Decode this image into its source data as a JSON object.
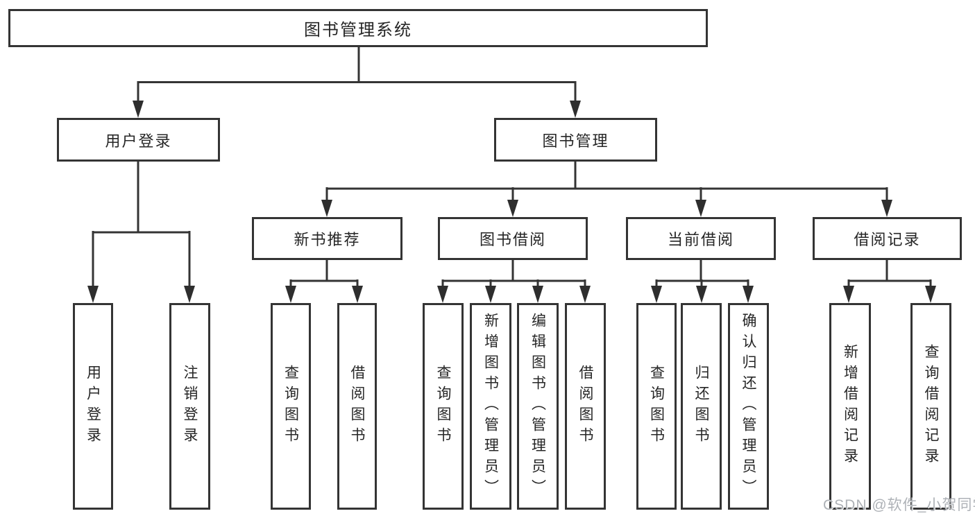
{
  "root": {
    "label": "图书管理系统"
  },
  "branches": [
    {
      "label": "用户登录",
      "children": [
        "用户登录",
        "注销登录"
      ]
    },
    {
      "label": "图书管理",
      "modules": [
        {
          "label": "新书推荐",
          "children": [
            "查询图书",
            "借阅图书"
          ]
        },
        {
          "label": "图书借阅",
          "children": [
            "查询图书",
            "新增图书（管理员）",
            "编辑图书（管理员）",
            "借阅图书"
          ]
        },
        {
          "label": "当前借阅",
          "children": [
            "查询图书",
            "归还图书",
            "确认归还（管理员）"
          ]
        },
        {
          "label": "借阅记录",
          "children": [
            "新增借阅记录",
            "查询借阅记录"
          ]
        }
      ]
    }
  ],
  "watermark": {
    "text": "CSDN @软件_小贺同学"
  },
  "colors": {
    "line": "#343434",
    "box_border": "#343434",
    "text": "#262626",
    "watermark": "#aeb2b7",
    "background": "#ffffff"
  }
}
